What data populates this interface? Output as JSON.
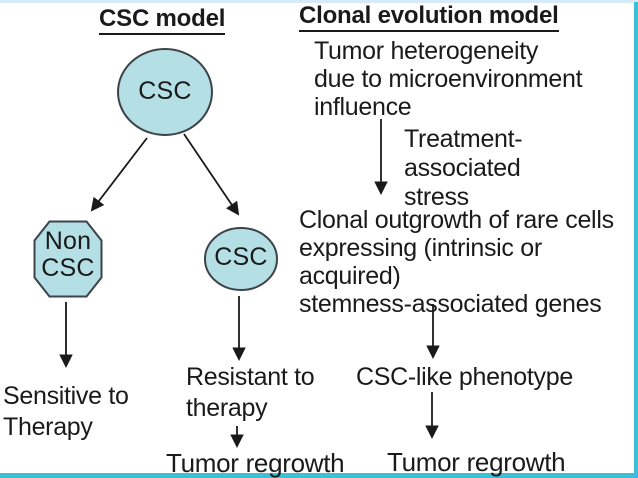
{
  "colors": {
    "ink": "#1a1a1a",
    "node_fill": "#b4dfe4",
    "node_stroke": "#3d4349",
    "border_cyan": "#3ac1d7",
    "border_top": "#d7ebf7"
  },
  "csc_model": {
    "title": "CSC model",
    "root_node_label": "CSC",
    "non_csc_node_label": "Non\nCSC",
    "csc_child_node_label": "CSC",
    "sensitive_text": "Sensitive to\nTherapy",
    "resistant_text": "Resistant to\ntherapy",
    "regrowth_text": "Tumor regrowth"
  },
  "clonal_model": {
    "title": "Clonal evolution model",
    "heterogeneity_text": "Tumor heterogeneity\ndue to microenvironment\ninfluence",
    "treatment_text": "Treatment-associated\nstress",
    "outgrowth_text": "Clonal outgrowth of rare cells\nexpressing (intrinsic or acquired)\nstemness-associated genes",
    "phenotype_text": "CSC-like phenotype",
    "regrowth_text": "Tumor regrowth"
  }
}
